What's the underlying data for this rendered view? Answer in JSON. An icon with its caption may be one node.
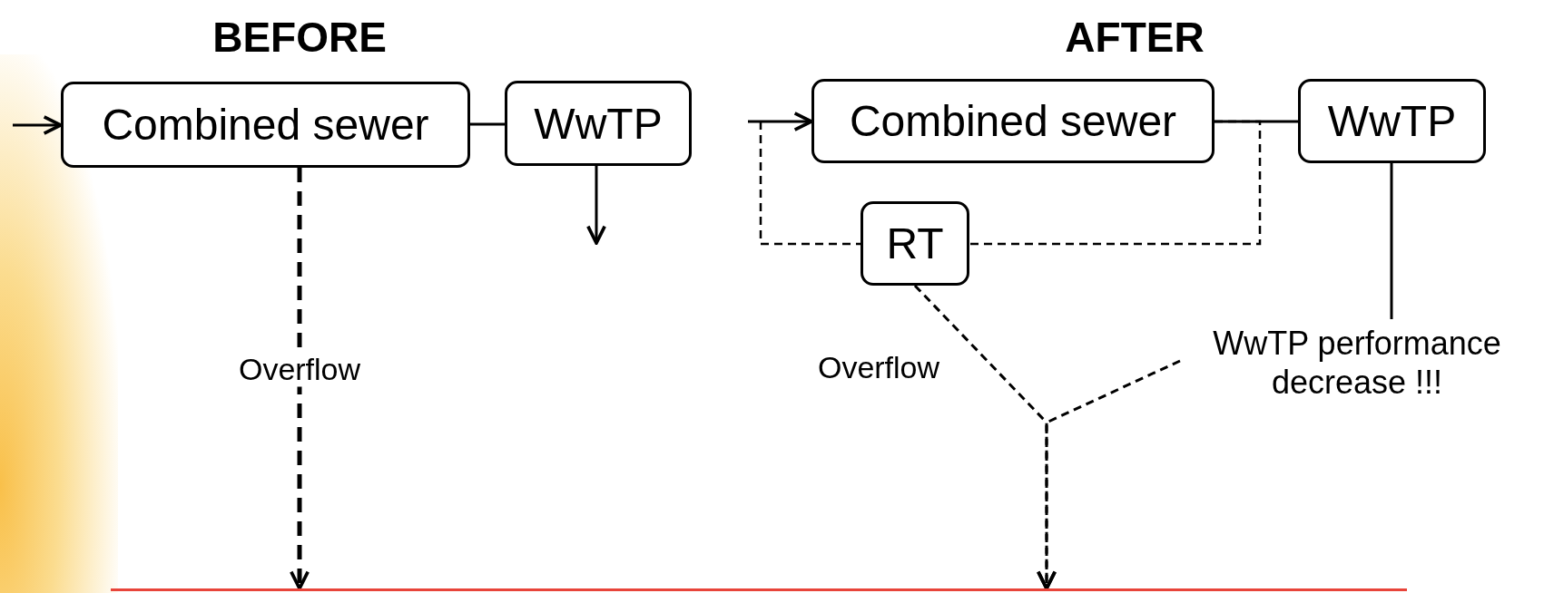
{
  "diagram": {
    "nodes": [
      {
        "text": [
          "Combined sewer"
        ]
      },
      {
        "text": [
          "WwTP"
        ]
      },
      {
        "text": [
          "Combined sewer"
        ]
      },
      {
        "text": [
          "WwTP"
        ]
      },
      {
        "text": [
          "RT"
        ]
      },
      {
        "text": [
          "WwTP performance decrease !!!"
        ]
      },
      {
        "text": [],
        "shape": "bar"
      }
    ],
    "edges": [
      {
        "from": null,
        "to": 0,
        "arrow": "to"
      },
      {
        "from": 0,
        "to": 1,
        "arrow": "none"
      },
      {
        "from": 1,
        "to": null,
        "arrow": "to"
      },
      {
        "from": 0,
        "to": 6,
        "arrow": "to",
        "style": "dashed",
        "label": "Overflow"
      },
      {
        "from": null,
        "to": 2,
        "arrow": "to"
      },
      {
        "from": null,
        "to": 4,
        "arrow": "none",
        "style": "dashed"
      },
      {
        "from": 2,
        "to": 3,
        "arrow": "none"
      },
      {
        "from": 2,
        "to": 4,
        "arrow": "none",
        "style": "dashed"
      },
      {
        "from": 3,
        "to": 5,
        "arrow": "none"
      },
      {
        "from": 4,
        "to": 6,
        "arrow": "to",
        "style": "dashed",
        "label": "Overflow"
      },
      {
        "from": 5,
        "to": 6,
        "arrow": "to",
        "style": "dashed"
      }
    ],
    "labels": [
      "BEFORE",
      "AFTER"
    ]
  }
}
